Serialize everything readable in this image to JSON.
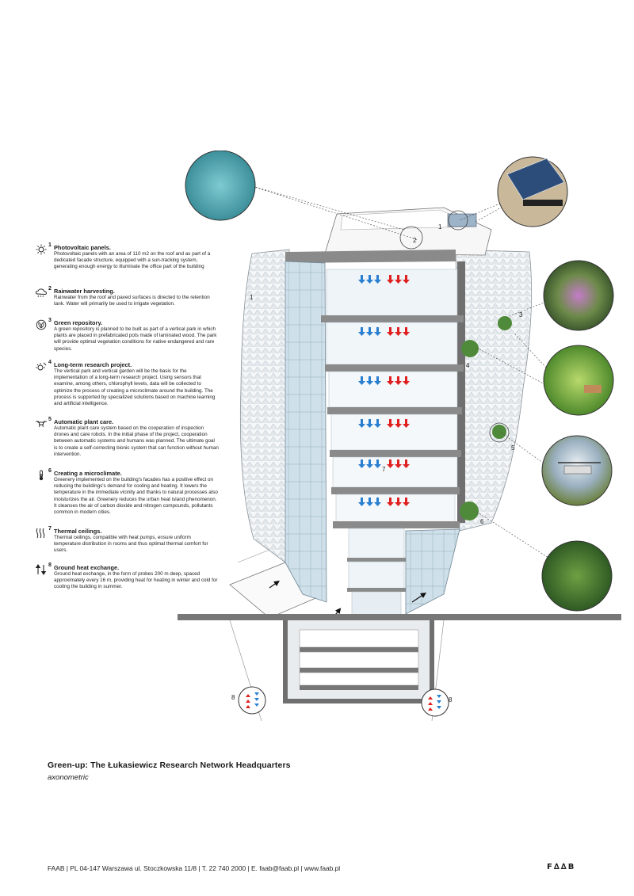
{
  "legend": [
    {
      "number": "1",
      "icon": "sun-icon",
      "title": "Photovoltaic panels.",
      "text": "Photovoltaic panels with an area of 110 m2 on the roof and as part of a dedicated facade structure, equipped with a sun-tracking system, generating enough energy to illuminate the office part of the building"
    },
    {
      "number": "2",
      "icon": "rain-cloud-icon",
      "title": "Rainwater harvesting.",
      "text": "Rainwater from the roof and paved surfaces is directed to the retention tank. Water will primarily be used to irrigate vegetation."
    },
    {
      "number": "3",
      "icon": "plant-repository-icon",
      "title": "Green repository.",
      "text": "A green repository is planned to be built as part of a vertical park in which plants are placed in prefabricated pots made of laminated wood. The park will provide optimal vegetation conditions for native endangered and rare species."
    },
    {
      "number": "4",
      "icon": "research-sun-icon",
      "title": "Long-term research project.",
      "text": "The vertical park and vertical garden will be the basis for the implementation of a long-term research project. Using sensors that examine, among others, chlorophyll levels, data will be collected to optimize the process of creating a microclimate around the building. The process is supported by specialized solutions based on machine learning and artificial intelligence."
    },
    {
      "number": "5",
      "icon": "drone-icon",
      "title": "Automatic plant care.",
      "text": "Automatic plant care system based on the cooperation of inspection drones and care robots. In the initial phase of the project, cooperation between automatic systems and humans was planned. The ultimate goal is to create a self-correcting bionic system that can function without human intervention."
    },
    {
      "number": "6",
      "icon": "thermometer-icon",
      "title": "Creating a microclimate.",
      "text": "Greenery implemented on the building's facades has a positive effect on reducing the buildings's demand for cooling and heating. It lowers the temperature in the immediate vicinity and thanks to natural processes also moisturizes the air. Greenery reduces the urban heat island phenomenon. It cleanses the air of carbon dioxide and nitrogen compounds, pollutants common in modern cities."
    },
    {
      "number": "7",
      "icon": "heat-waves-icon",
      "title": "Thermal ceilings.",
      "text": "Thermal ceilings, compatible with heat pumps, ensure uniform temperature distribution in rooms and thus optimal thermal comfort for users."
    },
    {
      "number": "8",
      "icon": "up-down-arrows-icon",
      "title": "Ground heat exchange.",
      "text": "Ground heat exchange, in the form of probes 200 m deep, spaced approximately every 16 m, providing heat for heating in winter and cold for cooling the building in summer."
    }
  ],
  "diagram": {
    "callouts": [
      "1",
      "1",
      "2",
      "3",
      "4",
      "5",
      "6",
      "7",
      "8",
      "8"
    ]
  },
  "caption": {
    "title": "Green-up: The Łukasiewicz Research Network Headquarters",
    "subtitle": "axonometric"
  },
  "footer": {
    "text": "FAAB | PL 04-147 Warszawa ul. Stoczkowska 11/8 | T. 22 740 2000 | E. faab@faab.pl | www.faab.pl",
    "logo": "F∆∆B"
  },
  "colors": {
    "glass": "#cfe0ea",
    "slab": "#8a8a8a",
    "warm_arrow": "#e02020",
    "cool_arrow": "#2a7fd0",
    "greenery": "#4f8a3a"
  }
}
